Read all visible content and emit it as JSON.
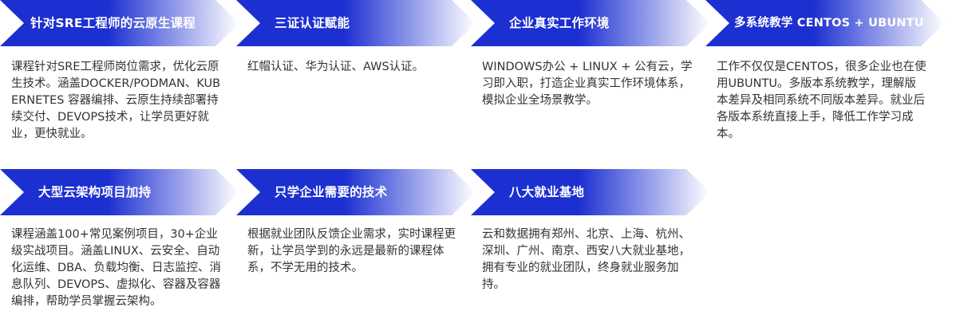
{
  "colors": {
    "banner_start": "#1c2fd1",
    "banner_end": "#ffffff",
    "text": "#333333",
    "title": "#ffffff"
  },
  "features": [
    {
      "title": "针对SRE工程师的云原生课程",
      "description": "课程针对SRE工程师岗位需求，优化云原生技术。涵盖DOCKER/PODMAN、KUBERNETES 容器编排、云原生持续部署持续交付、DEVOPS技术，让学员更好就业，更快就业。"
    },
    {
      "title": "三证认证赋能",
      "description": "红帽认证、华为认证、AWS认证。"
    },
    {
      "title": "企业真实工作环境",
      "description": "WINDOWS办公 + LINUX + 公有云，学习即入职，打造企业真实工作环境体系，模拟企业全场景教学。"
    },
    {
      "title": "多系统教学 CENTOS + UBUNTU",
      "description": "工作不仅仅是CENTOS，很多企业也在使用UBUNTU。多版本系统教学，理解版本差异及相同系统不同版本差异。就业后各版本系统直接上手，降低工作学习成本。"
    },
    {
      "title": "大型云架构项目加持",
      "description": "课程涵盖100+常见案例项目，30+企业级实战项目。涵盖LINUX、云安全、自动化运维、DBA、负载均衡、日志监控、消息队列、DEVOPS、虚拟化、容器及容器编排，帮助学员掌握云架构。"
    },
    {
      "title": "只学企业需要的技术",
      "description": "根据就业团队反馈企业需求，实时课程更新，让学员学到的永远是最新的课程体系，不学无用的技术。"
    },
    {
      "title": "八大就业基地",
      "description": "云和数据拥有郑州、北京、上海、杭州、深圳、广州、南京、西安八大就业基地，拥有专业的就业团队，终身就业服务加持。"
    }
  ]
}
